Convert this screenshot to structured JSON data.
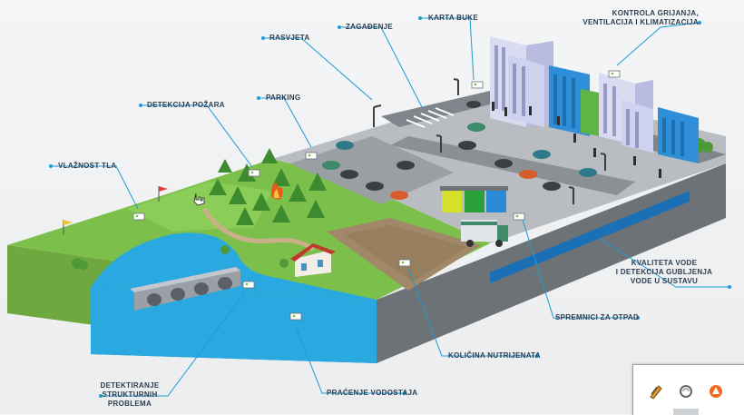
{
  "labels": {
    "rasvjeta": "RASVJETA",
    "zagadjenje": "ZAGAĐENJE",
    "karta_buke": "KARTA BUKE",
    "kontrola_line1": "KONTROLA GRIJANJA,",
    "kontrola_line2": "VENTILACIJA I KLIMATIZACIJA",
    "parking": "PARKING",
    "detekcija_pozara": "DETEKCIJA POŽARA",
    "vlaznost_tla": "VLAŽNOST TLA",
    "kvaliteta_line1": "KVALITETA VODE",
    "kvaliteta_line2": "I DETEKCIJA GUBLJENJA",
    "kvaliteta_line3": "VODE U SUSTAVU",
    "spremnici": "SPREMNICI ZA OTPAD",
    "kolicina": "KOLIČINA NUTRIJENATA",
    "pracenje": "PRAĆENJE VODOSTAJA",
    "detektiranje_line1": "DETEKTIRANJE",
    "detektiranje_line2": "STRUKTURNIH",
    "detektiranje_line3": "PROBLEMA"
  },
  "colors": {
    "callout_line": "#1e9ad6",
    "grass": "#7cc04b",
    "grass_dark": "#5d9a35",
    "water": "#2aa8e0",
    "road": "#8c9196",
    "concrete": "#c9ccd0",
    "building_blue": "#2e8fd8",
    "building_white": "#d9dbf0",
    "building_green": "#5fb446"
  },
  "icons": {
    "tray_1": "paint-tool-icon",
    "tray_2": "cloud-sync-icon",
    "tray_3": "avast-shield-icon",
    "cursor": "hand-cursor-icon"
  }
}
